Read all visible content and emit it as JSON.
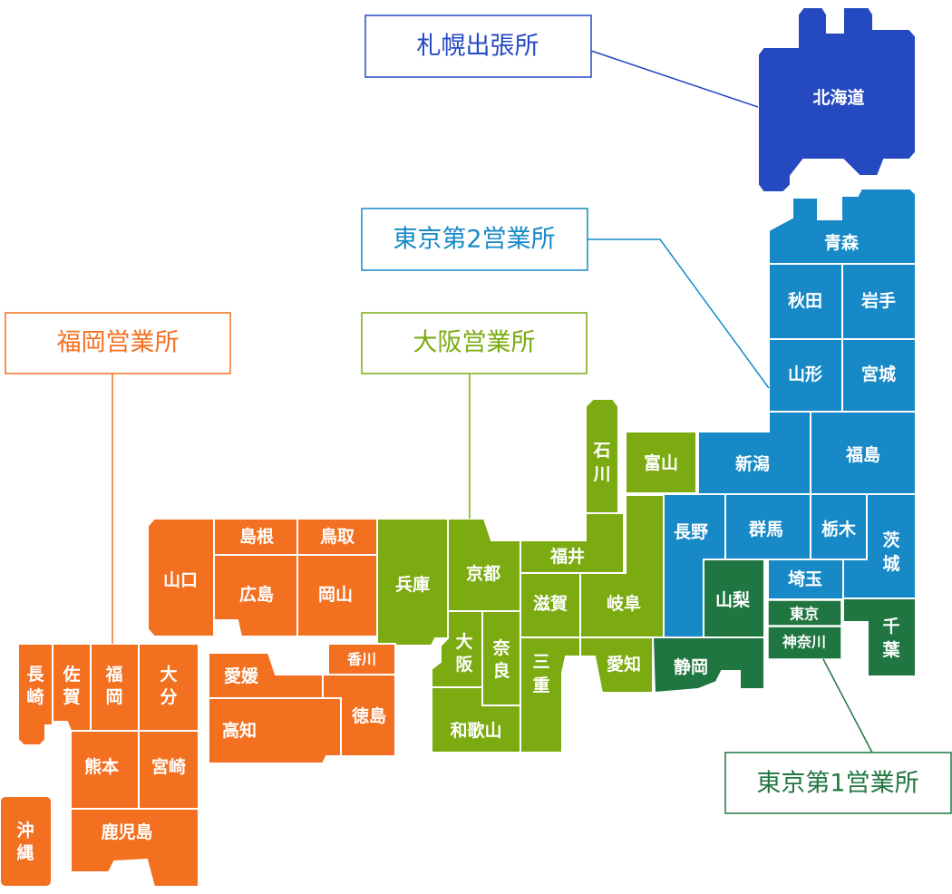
{
  "colors": {
    "sapporo": "#2549C1",
    "tokyo2": "#1689C6",
    "osaka": "#7BAB11",
    "fukuoka": "#F37021",
    "tokyo1": "#207640"
  },
  "offices": {
    "sapporo": "札幌出張所",
    "tokyo2": "東京第2営業所",
    "osaka": "大阪営業所",
    "fukuoka": "福岡営業所",
    "tokyo1": "東京第1営業所"
  },
  "prefectures": {
    "hokkaido": "北海道",
    "aomori": "青森",
    "akita": "秋田",
    "iwate": "岩手",
    "yamagata": "山形",
    "miyagi": "宮城",
    "niigata": "新潟",
    "fukushima": "福島",
    "nagano": "長野",
    "gunma": "群馬",
    "tochigi": "栃木",
    "ibaraki": "茨城",
    "saitama": "埼玉",
    "yamanashi": "山梨",
    "tokyo": "東京",
    "kanagawa": "神奈川",
    "chiba": "千葉",
    "shizuoka": "静岡",
    "ishikawa": "石川",
    "toyama": "富山",
    "fukui": "福井",
    "gifu": "岐阜",
    "shiga": "滋賀",
    "aichi": "愛知",
    "mie": "三重",
    "kyoto": "京都",
    "hyogo": "兵庫",
    "osaka": "大阪",
    "nara": "奈良",
    "wakayama": "和歌山",
    "shimane": "島根",
    "tottori": "鳥取",
    "hiroshima": "広島",
    "okayama": "岡山",
    "yamaguchi": "山口",
    "ehime": "愛媛",
    "kagawa": "香川",
    "kochi": "高知",
    "tokushima": "徳島",
    "nagasaki": "長崎",
    "saga": "佐賀",
    "fukuoka": "福岡",
    "oita": "大分",
    "kumamoto": "熊本",
    "miyazaki": "宮崎",
    "kagoshima": "鹿児島",
    "okinawa": "沖縄"
  }
}
